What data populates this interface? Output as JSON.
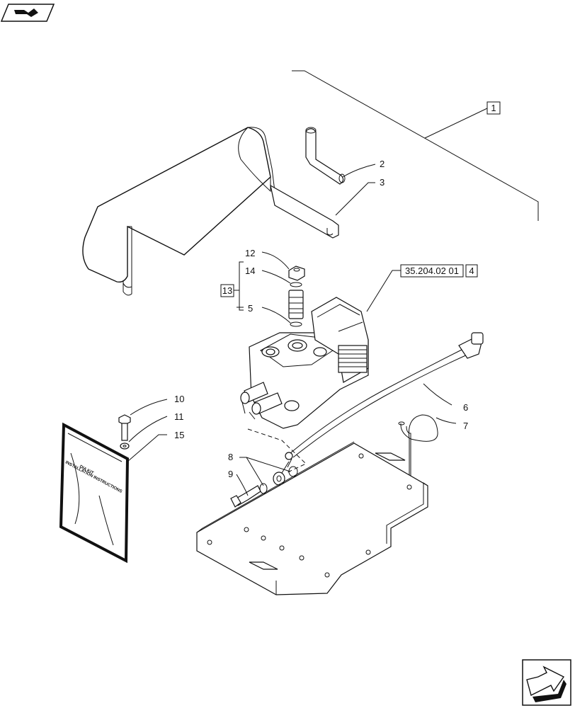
{
  "callouts": {
    "c1": "1",
    "c2": "2",
    "c3": "3",
    "c4": "4",
    "c5": "5",
    "c6": "6",
    "c7": "7",
    "c8": "8",
    "c9": "9",
    "c10": "10",
    "c11": "11",
    "c12": "12",
    "c13": "13",
    "c14": "14",
    "c15": "15"
  },
  "reference": "35.204.02 01",
  "booklet": {
    "line1": "DIA KIT",
    "line2": "INSTALLATION INSTRUCTIONS"
  },
  "icons": {
    "top_left": "previous-page-icon",
    "bottom_right": "next-page-icon"
  }
}
